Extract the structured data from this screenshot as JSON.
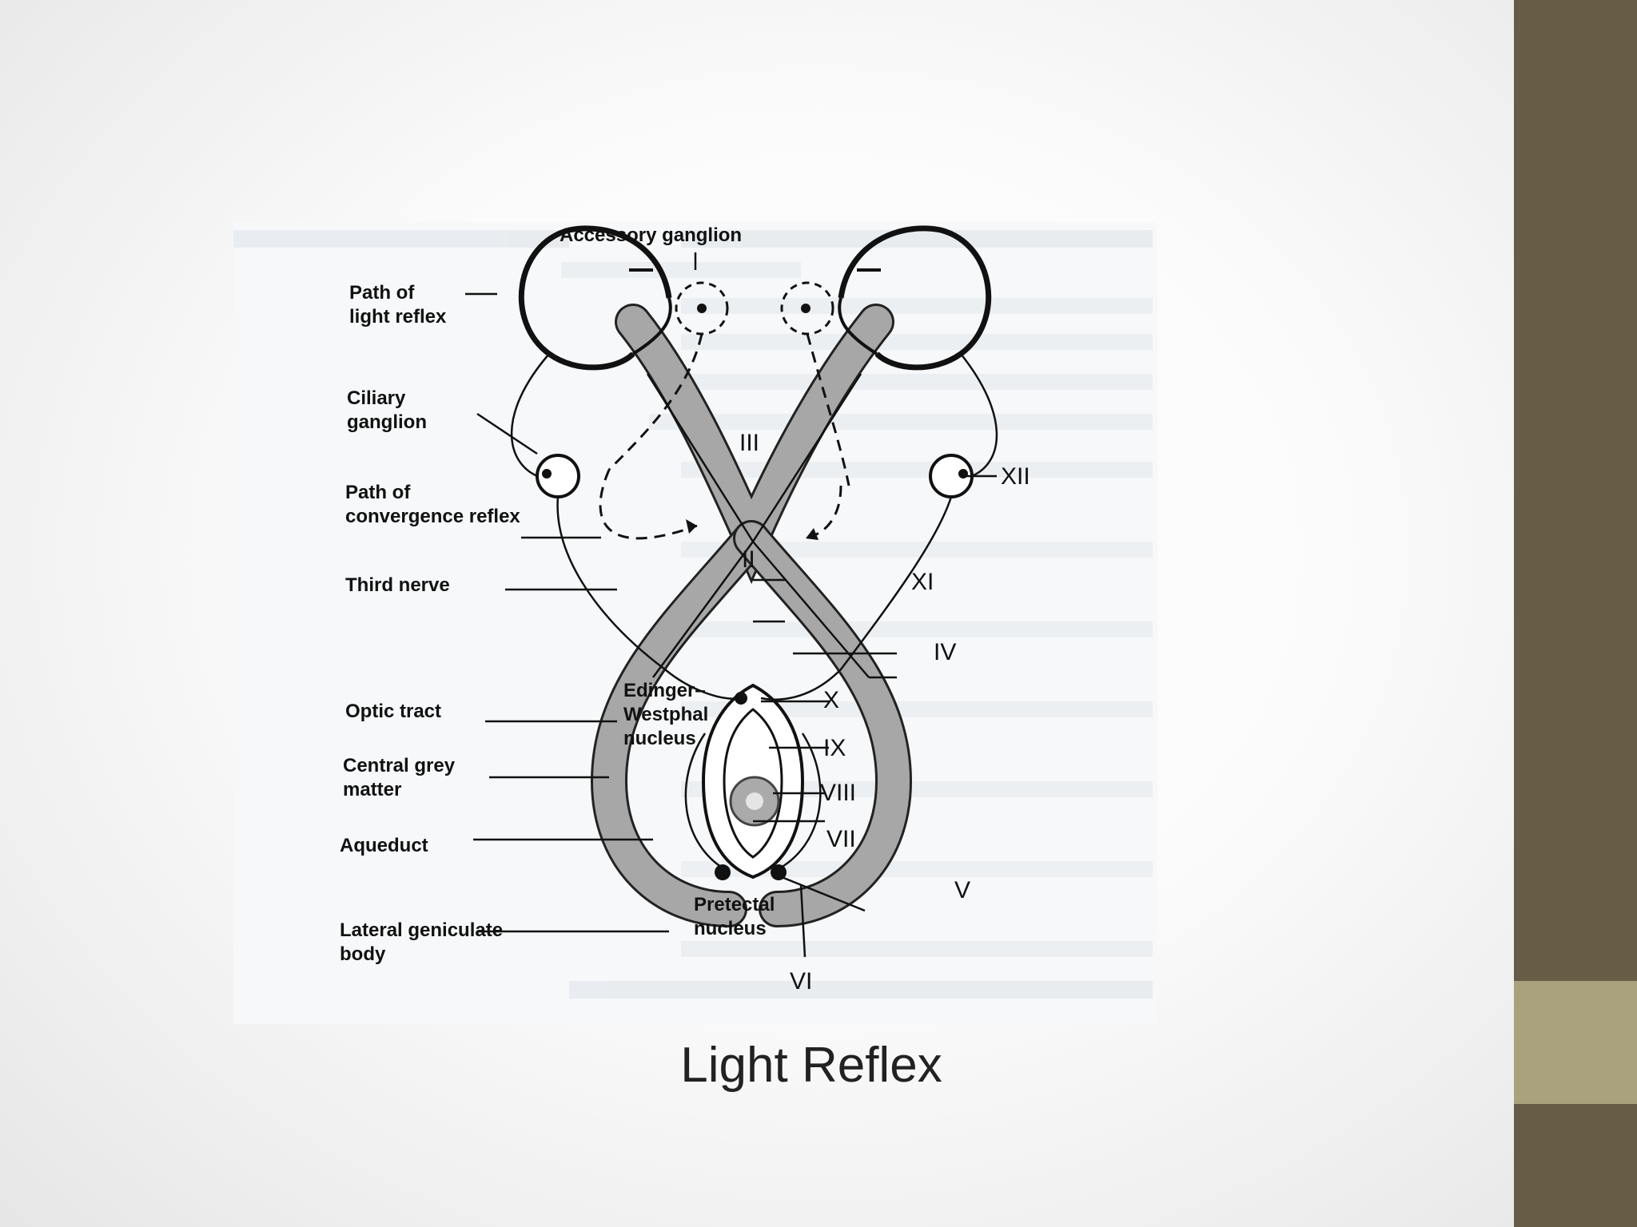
{
  "slide": {
    "title": "Light Reflex",
    "colors": {
      "sidebar": "#675d46",
      "sidebar_accent": "#a9a27c"
    }
  },
  "diagram": {
    "labels": {
      "accessory_ganglion": "Accessory ganglion",
      "path_light_1": "Path of",
      "path_light_2": "light reflex",
      "ciliary_1": "Ciliary",
      "ciliary_2": "ganglion",
      "path_conv_1": "Path of",
      "path_conv_2": "convergence reflex",
      "third_nerve": "Third nerve",
      "optic_tract": "Optic tract",
      "central_grey_1": "Central grey",
      "central_grey_2": "matter",
      "aqueduct": "Aqueduct",
      "lgb_1": "Lateral geniculate",
      "lgb_2": "body",
      "ew_1": "Edinger–",
      "ew_2": "Westphal",
      "ew_3": "nucleus",
      "pretectal_1": "Pretectal",
      "pretectal_2": "nucleus"
    },
    "numerals": {
      "III": "III",
      "II": "II",
      "XII": "XII",
      "XI": "XI",
      "IV": "IV",
      "X": "X",
      "IX": "IX",
      "VIII": "VIII",
      "VII": "VII",
      "V": "V",
      "VI": "VI"
    }
  }
}
